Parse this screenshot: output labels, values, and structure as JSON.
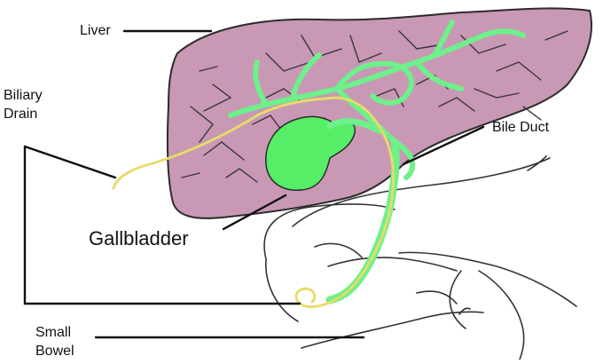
{
  "labels": {
    "liver": "Liver",
    "biliary_drain_line1": "Biliary",
    "biliary_drain_line2": "Drain",
    "bile_duct": "Bile Duct",
    "gallbladder": "Gallbladder",
    "small_bowel_line1": "Small",
    "small_bowel_line2": "Bowel"
  },
  "colors": {
    "liver_fill": "#c898b4",
    "liver_outline": "#2b2b2b",
    "bile_duct_green": "#6ef08a",
    "gallbladder_green": "#55ee66",
    "drain_yellow": "#e6dc6a",
    "leader_line": "#111111",
    "vessel_dark": "#3a3340"
  }
}
